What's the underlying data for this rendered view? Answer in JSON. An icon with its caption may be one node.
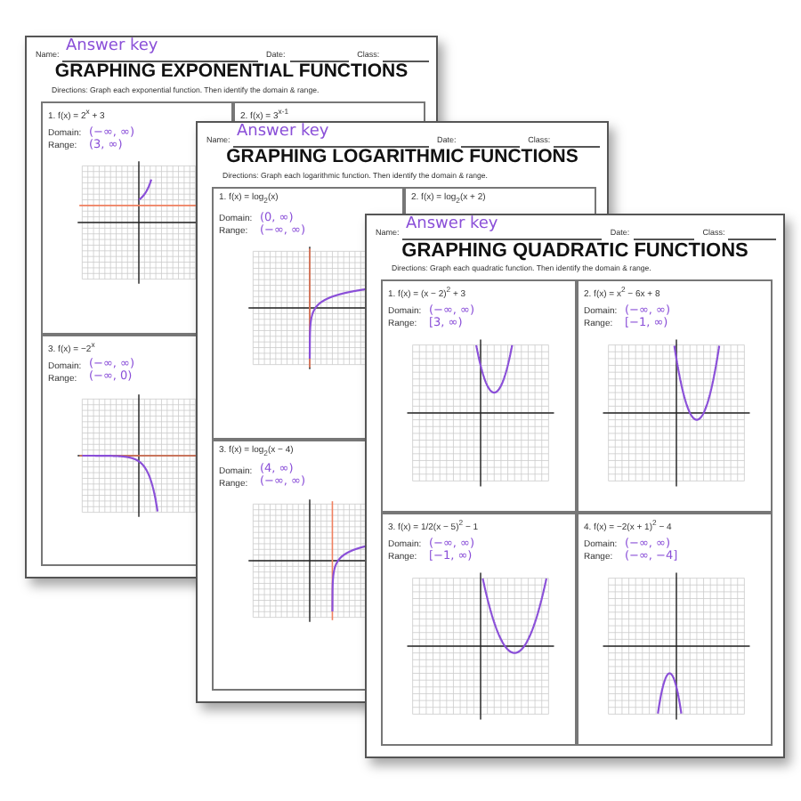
{
  "diagram": {
    "labels": [
      "Name:",
      "Answer key",
      "Date:",
      "Class:",
      "GRAPHING EXPONENTIAL FUNCTIONS",
      "Directions: Graph each exponential function. Then identify the domain & range.",
      "1. f(x) = 2$^{x}$ + 3",
      "2. f(x) = 3$^{x-1}$",
      "Domain:",
      "(−∞, ∞)",
      "Range:",
      "(3, ∞)",
      "3. f(x) = −2$^{x}$",
      "Domain:",
      "(−∞, ∞)",
      "Range:",
      "(−∞, 0)",
      "Name:",
      "Answer key",
      "Date:",
      "Class:",
      "GRAPHING LOGARITHMIC FUNCTIONS",
      "Directions: Graph each logarithmic function. Then identify the domain & range.",
      "1. f(x) = log$_{2}$(x)",
      "2. f(x) = log$_{2}$(x + 2)",
      "Domain:",
      "(0, ∞)",
      "Range:",
      "(−∞, ∞)",
      "3. f(x) = log$_{2}$(x − 4)",
      "Domain:",
      "(4, ∞)",
      "Range:",
      "(−∞, ∞)",
      "Name:",
      "Answer key",
      "Date:",
      "Class:",
      "GRAPHING QUADRATIC FUNCTIONS",
      "Directions: Graph each quadratic function. Then identify the domain & range.",
      "1. f(x) = (x − 2)$^{2}$ + 3",
      "2. f(x) = x$^{2}$ − 6x + 8",
      "Domain:",
      "(−∞, ∞)",
      "Range:",
      "[3, ∞)",
      "Domain:",
      "(−∞, ∞)",
      "Range:",
      "[−1, ∞)",
      "3. f(x) = 1/2(x − 5)$^{2}$ − 1",
      "4. f(x) = −2(x + 1)$^{2}$ − 4",
      "Domain:",
      "(−∞, ∞)",
      "Range:",
      "[−1, ∞)",
      "Domain:",
      "(−∞, ∞)",
      "Range:",
      "(−∞, −4]"
    ]
  }
}
